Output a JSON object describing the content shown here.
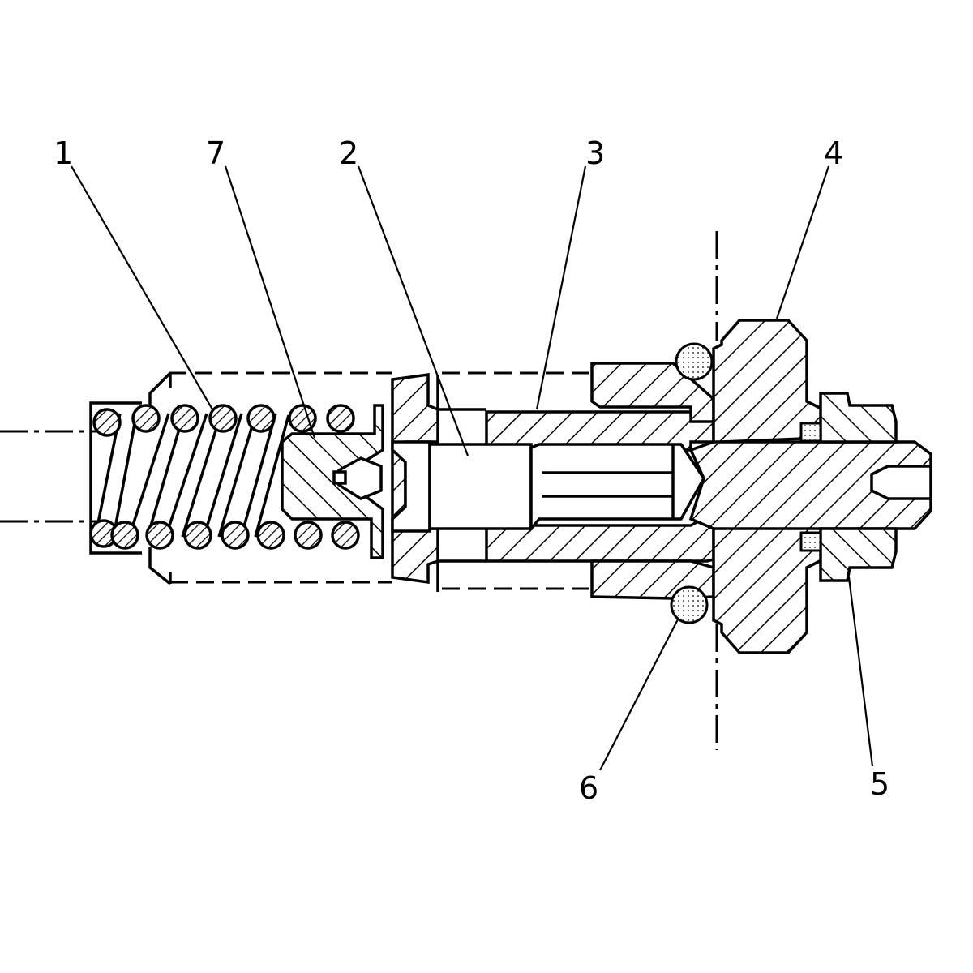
{
  "callouts": [
    {
      "id": "1",
      "text": "1"
    },
    {
      "id": "7",
      "text": "7"
    },
    {
      "id": "2",
      "text": "2"
    },
    {
      "id": "3",
      "text": "3"
    },
    {
      "id": "4",
      "text": "4"
    },
    {
      "id": "6",
      "text": "6"
    },
    {
      "id": "5",
      "text": "5"
    }
  ]
}
